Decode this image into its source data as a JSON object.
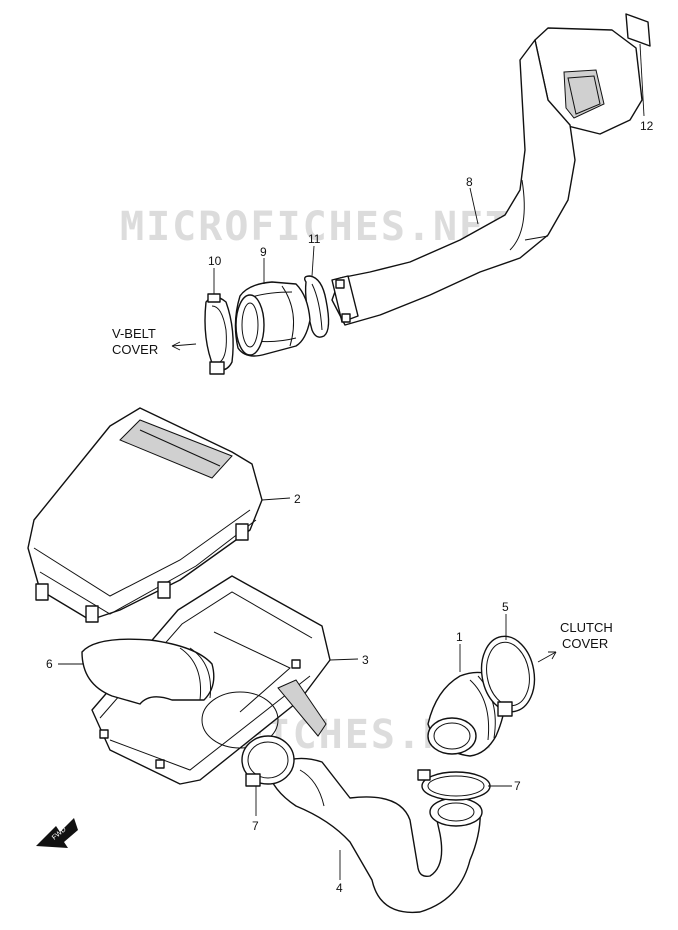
{
  "watermark": "MICROFICHES.NET",
  "callouts": {
    "p1": "1",
    "p2": "2",
    "p3": "3",
    "p4": "4",
    "p5": "5",
    "p6": "6",
    "p7a": "7",
    "p7b": "7",
    "p8": "8",
    "p9": "9",
    "p10": "10",
    "p11": "11",
    "p12": "12"
  },
  "notes": {
    "vbelt_line1": "V-BELT",
    "vbelt_line2": "COVER",
    "clutch_line1": "CLUTCH",
    "clutch_line2": "COVER"
  },
  "fwd_label": "FWD",
  "icons": [
    "fwd-arrow-icon",
    "direction-arrow-icon"
  ]
}
